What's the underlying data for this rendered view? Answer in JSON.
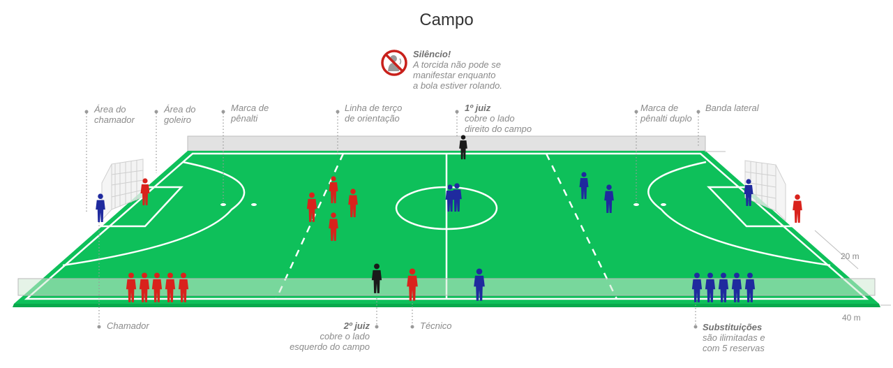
{
  "title": "Campo",
  "silence": {
    "heading": "Silêncio!",
    "lines": [
      "A torcida não pode se",
      "manifestar enquanto",
      "a bola estiver rolando."
    ]
  },
  "labels": {
    "area_chamador": [
      "Área do",
      "chamador"
    ],
    "area_goleiro": [
      "Área do",
      "goleiro"
    ],
    "marca_penalti": [
      "Marca de",
      "pênalti"
    ],
    "linha_terco": [
      "Linha de terço",
      "de orientação"
    ],
    "juiz1_title": "1º juiz",
    "juiz1_lines": [
      "cobre o lado",
      "direito do campo"
    ],
    "marca_penalti_duplo": [
      "Marca de",
      "pênalti duplo"
    ],
    "banda_lateral": "Banda lateral",
    "chamador": "Chamador",
    "juiz2_title": "2º juiz",
    "juiz2_lines": [
      "cobre o lado",
      "esquerdo do campo"
    ],
    "tecnico": "Técnico",
    "subst_title": "Substituições",
    "subst_lines": [
      "são ilimitadas e",
      "com 5 reservas"
    ]
  },
  "dimensions": {
    "width_label": "20 m",
    "length_label": "40 m"
  },
  "colors": {
    "field": "#0ec05a",
    "field_edge": "#09a84c",
    "lines": "#ffffff",
    "team_red": "#d9221c",
    "team_blue": "#1f2a9e",
    "referee": "#1a1a1a",
    "band": "#e2e2e2",
    "label": "#8a8a8a",
    "no_sign": "#c8201b"
  }
}
